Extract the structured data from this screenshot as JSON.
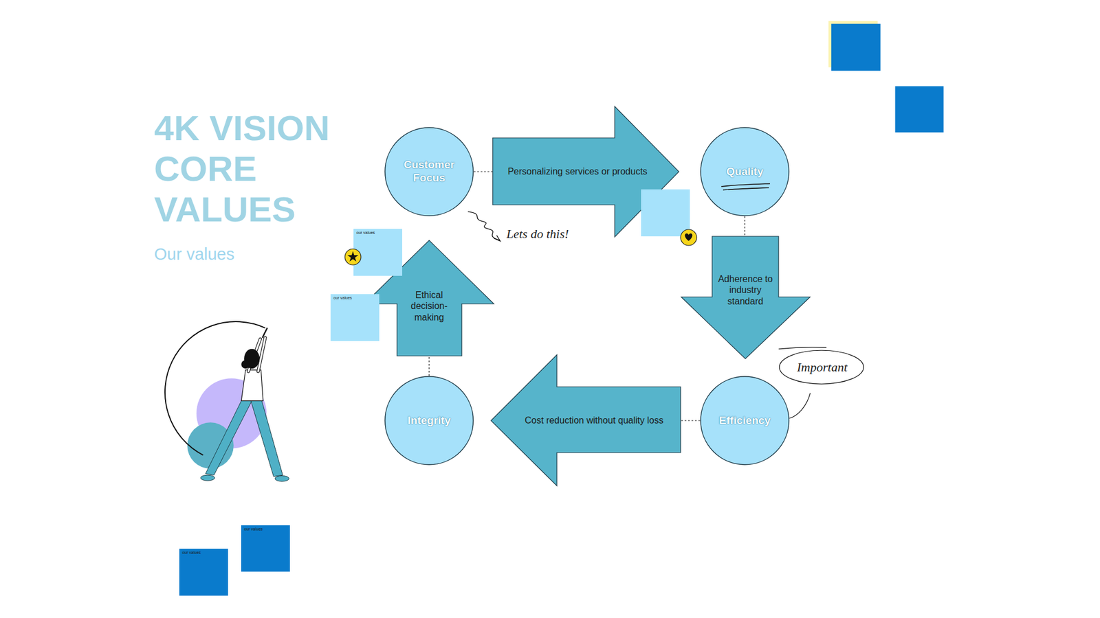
{
  "diagram": {
    "title": "4K VISION CORE VALUES",
    "nodes": [
      {
        "text": [
          "Customer Focus"
        ]
      },
      {
        "text": [
          "Personalizing services or products"
        ]
      },
      {
        "text": [
          "Quality"
        ]
      },
      {
        "text": [
          "our values"
        ]
      },
      {
        "text": [
          "Ethical decision-making"
        ]
      },
      {
        "text": [
          "Adherence to industry standard"
        ]
      },
      {
        "text": [
          "our values"
        ]
      },
      {
        "text": [
          "Integrity"
        ]
      },
      {
        "text": [
          "Cost reduction without quality loss"
        ]
      },
      {
        "text": [
          "Efficiency"
        ]
      },
      {
        "text": [
          "our values"
        ]
      },
      {
        "text": [
          "our values"
        ]
      }
    ],
    "edges": [
      {
        "from": 0,
        "to": 1,
        "arrow": "none"
      },
      {
        "from": 2,
        "to": 5,
        "arrow": "none"
      },
      {
        "from": 9,
        "to": 8,
        "arrow": "none"
      },
      {
        "from": 7,
        "to": 4,
        "arrow": "none"
      }
    ],
    "labels": [
      "Our values",
      "Lets do this!",
      "Important"
    ]
  }
}
